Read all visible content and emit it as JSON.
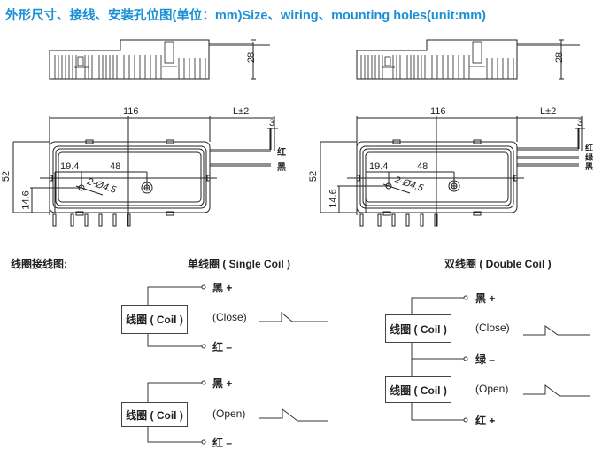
{
  "title": "外形尺寸、接线、安装孔位图(单位：mm)Size、wiring、mounting holes(unit:mm)",
  "drawings": [
    {
      "side_height": "28",
      "width": "116",
      "lead_length": "L±2",
      "lead_bend": "3",
      "height": "52",
      "hole_offset_x": "19.4",
      "hole_spacing": "48",
      "hole_offset_y": "14.6",
      "hole_spec": "2-Ø4.5",
      "wires": [
        "红",
        "黑"
      ]
    },
    {
      "side_height": "28",
      "width": "116",
      "lead_length": "L±2",
      "lead_bend": "3",
      "height": "52",
      "hole_offset_x": "19.4",
      "hole_spacing": "48",
      "hole_offset_y": "14.6",
      "hole_spec": "2-Ø4.5",
      "wires": [
        "红",
        "绿",
        "黑"
      ]
    }
  ],
  "wiring": {
    "heading": "线圈接线图:",
    "single": {
      "title": "单线圈 ( Single Coil )",
      "circuits": [
        {
          "coil": "线圈 ( Coil )",
          "state": "(Close)",
          "top": "黑 +",
          "bottom": "红 –"
        },
        {
          "coil": "线圈 ( Coil )",
          "state": "(Open)",
          "top": "黑 +",
          "bottom": "红 –"
        }
      ]
    },
    "double": {
      "title": "双线圈 ( Double Coil )",
      "coil1": "线圈 ( Coil )",
      "coil2": "线圈 ( Coil )",
      "state1": "(Close)",
      "state2": "(Open)",
      "top": "黑 +",
      "middle": "绿 –",
      "bottom": "红 +"
    }
  },
  "colors": {
    "title": "#1a8fd6",
    "line": "#222222"
  }
}
